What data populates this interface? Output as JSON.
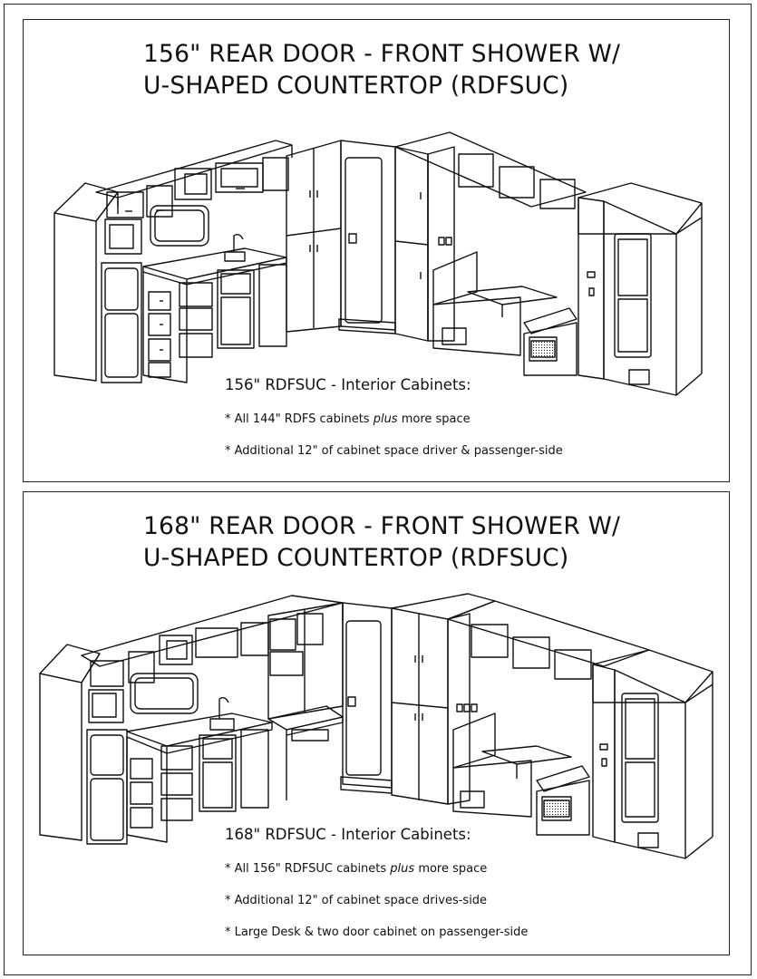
{
  "panels": [
    {
      "title": "156\" REAR DOOR - FRONT SHOWER W/\nU-SHAPED COUNTERTOP (RDFSUC)",
      "notes_heading": "156\" RDFSUC - Interior Cabinets:",
      "notes": [
        {
          "before": "* All 144\" RDFS cabinets ",
          "emphasis": "plus",
          "after": " more space"
        },
        {
          "before": "* Additional 12\" of cabinet space driver & passenger-side",
          "emphasis": "",
          "after": ""
        }
      ]
    },
    {
      "title": "168\" REAR DOOR - FRONT SHOWER W/\nU-SHAPED COUNTERTOP (RDFSUC)",
      "notes_heading": "168\" RDFSUC - Interior Cabinets:",
      "notes": [
        {
          "before": "* All 156\" RDFSUC cabinets ",
          "emphasis": "plus",
          "after": " more space"
        },
        {
          "before": "* Additional 12\" of cabinet space drives-side",
          "emphasis": "",
          "after": ""
        },
        {
          "before": "* Large Desk & two door cabinet on passenger-side",
          "emphasis": "",
          "after": ""
        }
      ]
    }
  ]
}
